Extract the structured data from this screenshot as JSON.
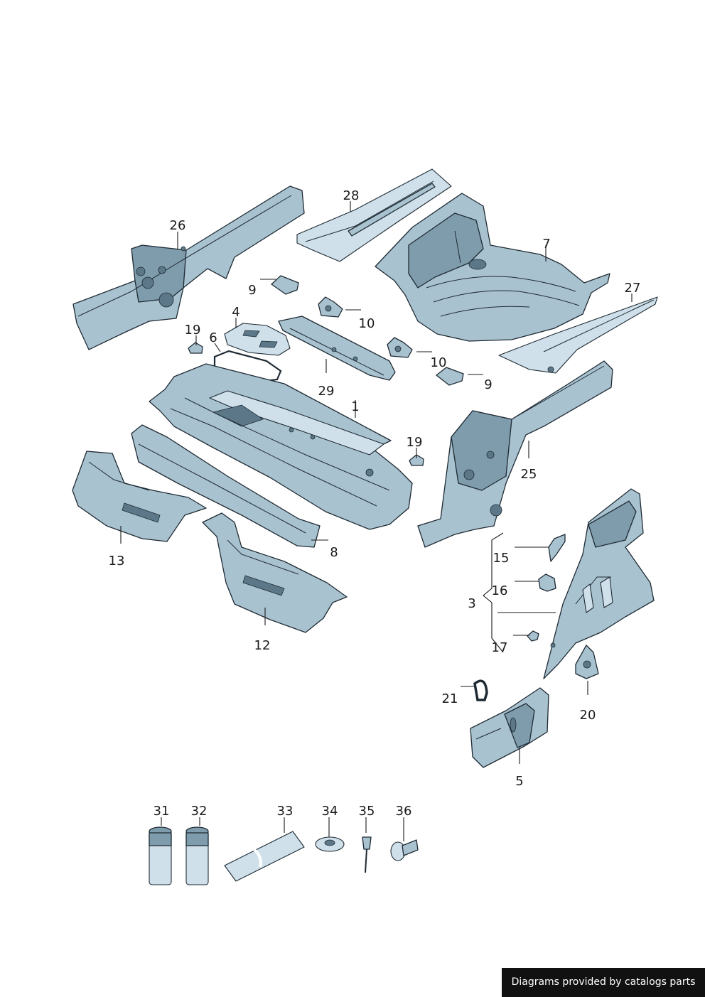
{
  "labels": {
    "p1": "1",
    "p3": "3",
    "p4": "4",
    "p5": "5",
    "p6": "6",
    "p7": "7",
    "p8": "8",
    "p9a": "9",
    "p9b": "9",
    "p10a": "10",
    "p10b": "10",
    "p12": "12",
    "p13": "13",
    "p15": "15",
    "p16": "16",
    "p17": "17",
    "p19a": "19",
    "p19b": "19",
    "p20": "20",
    "p21": "21",
    "p25": "25",
    "p26": "26",
    "p27": "27",
    "p28": "28",
    "p29": "29",
    "p31": "31",
    "p32": "32",
    "p33": "33",
    "p34": "34",
    "p35": "35",
    "p36": "36"
  },
  "footer": "Diagrams provided by catalogs parts"
}
